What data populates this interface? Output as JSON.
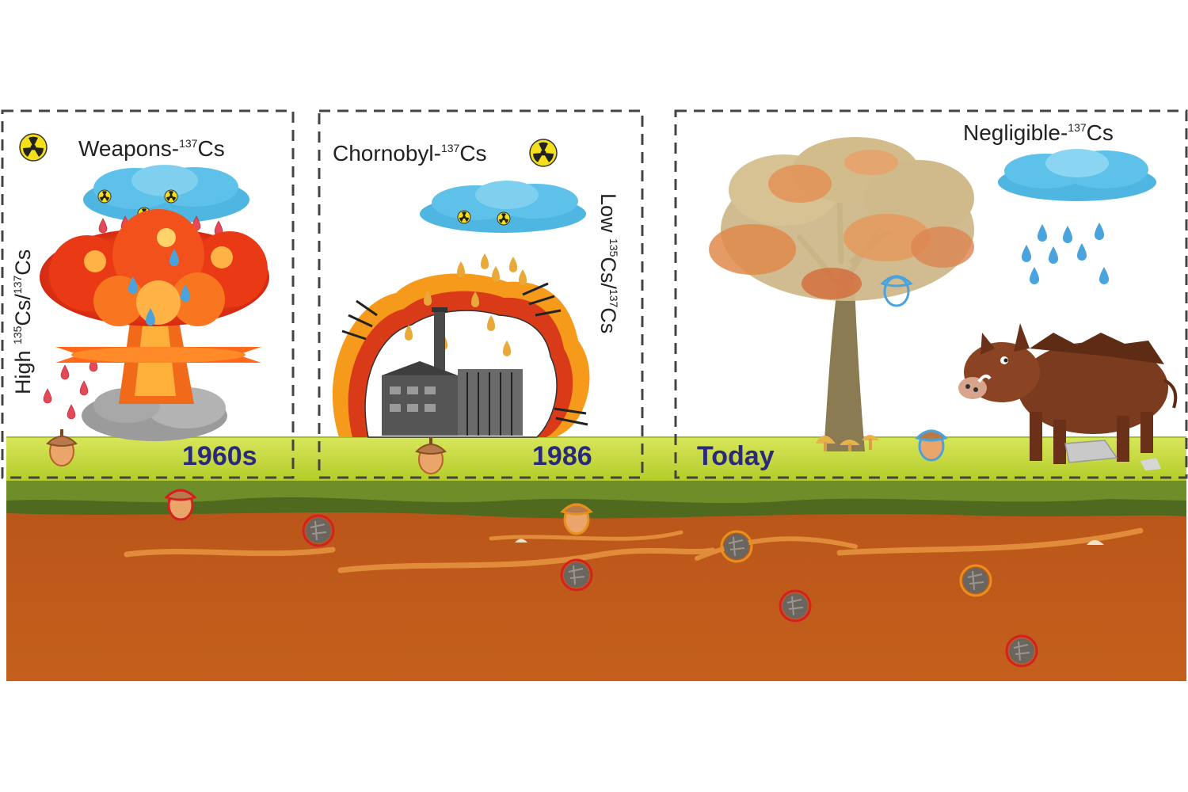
{
  "panels": [
    {
      "id": "weapons",
      "title": "Weapons-",
      "title_mass": "137",
      "title_element": "Cs",
      "year": "1960s",
      "ratio_level": "High",
      "ratio_mass_a": "135",
      "ratio_mass_b": "137",
      "ratio_element": "Cs",
      "icon": "radiation-icon"
    },
    {
      "id": "chornobyl",
      "title": "Chornobyl-",
      "title_mass": "137",
      "title_element": "Cs",
      "year": "1986",
      "ratio_level": "Low",
      "ratio_mass_a": "135",
      "ratio_mass_b": "137",
      "ratio_element": "Cs",
      "icon": "radiation-icon"
    },
    {
      "id": "today",
      "title": "Negligible-",
      "title_mass": "137",
      "title_element": "Cs",
      "year": "Today"
    }
  ],
  "colors": {
    "year_text": "#2b2a7a",
    "grass": "#c9dc3c",
    "soil": "#c2601c",
    "weapons_marker": "#d42020",
    "chornobyl_marker": "#e8901e",
    "today_marker": "#4ba3dd"
  }
}
